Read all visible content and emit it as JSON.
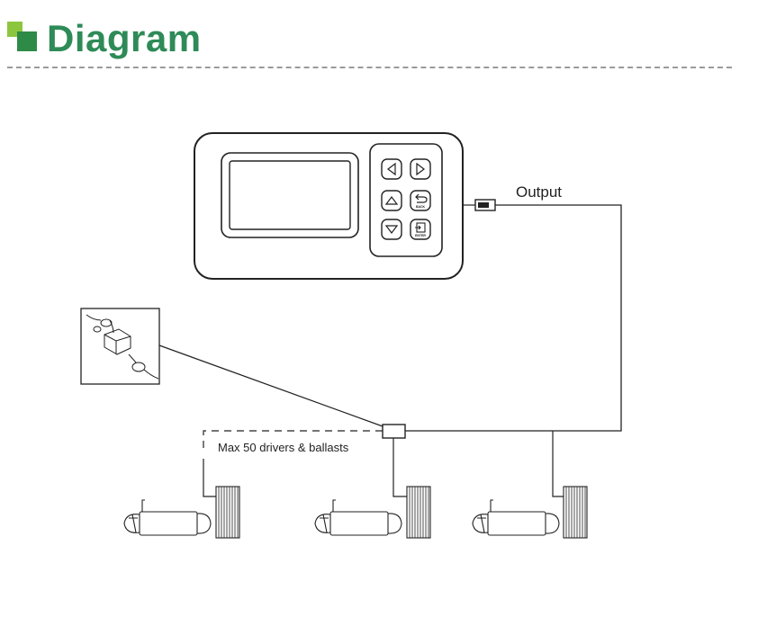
{
  "header": {
    "title": "Diagram"
  },
  "diagram": {
    "output_label": "Output",
    "bus_label": "Max 50 drivers & ballasts",
    "keypad": {
      "back_text": "BACK",
      "enter_text": "ENTER"
    }
  },
  "colors": {
    "title_green": "#2e8b57",
    "icon_light_green": "#8cc63f",
    "icon_dark_green": "#2e8b47",
    "line": "#222222"
  }
}
